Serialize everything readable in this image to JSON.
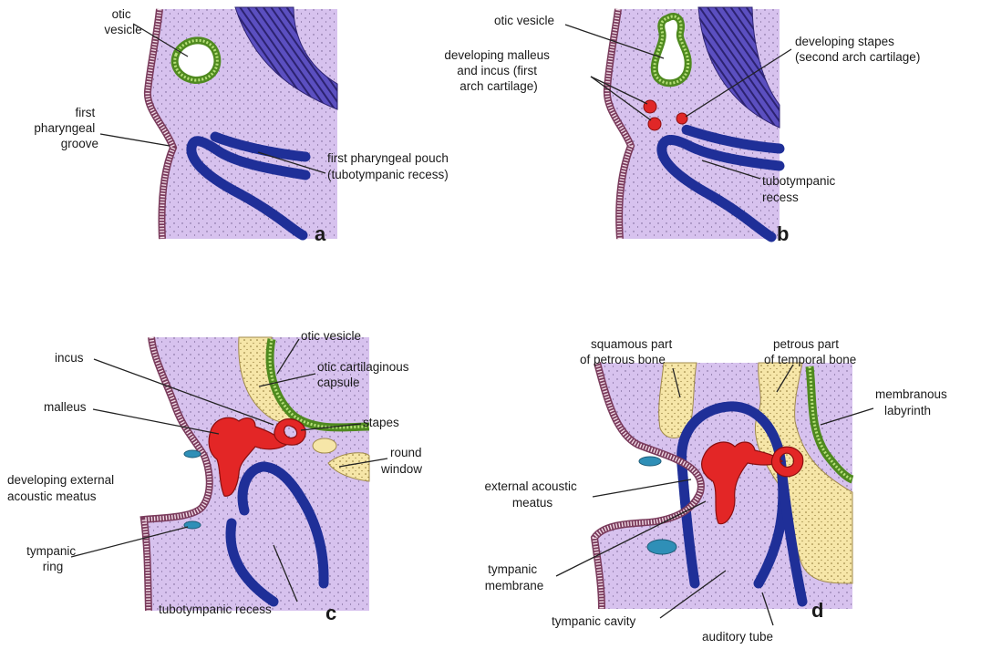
{
  "panels": [
    {
      "letter": "a",
      "labels": {
        "otic_vesicle": [
          "otic",
          "vesicle"
        ],
        "first_pharyngeal_groove": [
          "first",
          "pharyngeal",
          "groove"
        ],
        "first_pharyngeal_pouch": [
          "first pharyngeal pouch",
          "(tubotympanic recess)"
        ]
      }
    },
    {
      "letter": "b",
      "labels": {
        "otic_vesicle": [
          "otic vesicle"
        ],
        "developing_malleus_incus": [
          "developing malleus",
          "and incus (first",
          "arch cartilage)"
        ],
        "developing_stapes": [
          "developing stapes",
          "(second arch cartilage)"
        ],
        "tubotympanic_recess": [
          "tubotympanic",
          "recess"
        ]
      }
    },
    {
      "letter": "c",
      "labels": {
        "incus": [
          "incus"
        ],
        "malleus": [
          "malleus"
        ],
        "developing_external_acoustic_meatus": [
          "developing external",
          "acoustic meatus"
        ],
        "tympanic_ring": [
          "tympanic",
          "ring"
        ],
        "tubotympanic_recess": [
          "tubotympanic recess"
        ],
        "otic_vesicle": [
          "otic vesicle"
        ],
        "otic_cartilaginous_capsule": [
          "otic cartilaginous",
          "capsule"
        ],
        "stapes": [
          "stapes"
        ],
        "round_window": [
          "round",
          "window"
        ]
      }
    },
    {
      "letter": "d",
      "labels": {
        "squamous_part": [
          "squamous part",
          "of petrous bone"
        ],
        "petrous_part": [
          "petrous part",
          "of temporal bone"
        ],
        "membranous_labyrinth": [
          "membranous",
          "labyrinth"
        ],
        "external_acoustic_meatus": [
          "external acoustic",
          "meatus"
        ],
        "tympanic_membrane": [
          "tympanic",
          "membrane"
        ],
        "tympanic_cavity": [
          "tympanic cavity"
        ],
        "auditory_tube": [
          "auditory tube"
        ]
      }
    }
  ],
  "colors": {
    "tissue": "#d7c2ee",
    "endoderm": "#1f2f98",
    "otic_vesicle": "#4f8a1f",
    "ossicle": "#e32626",
    "cartilage": "#f6e6a8",
    "ectoderm": "#7a3b5c",
    "tympanic_ring": "#2f8fb7",
    "brain_wall": "#4a3fa8"
  }
}
